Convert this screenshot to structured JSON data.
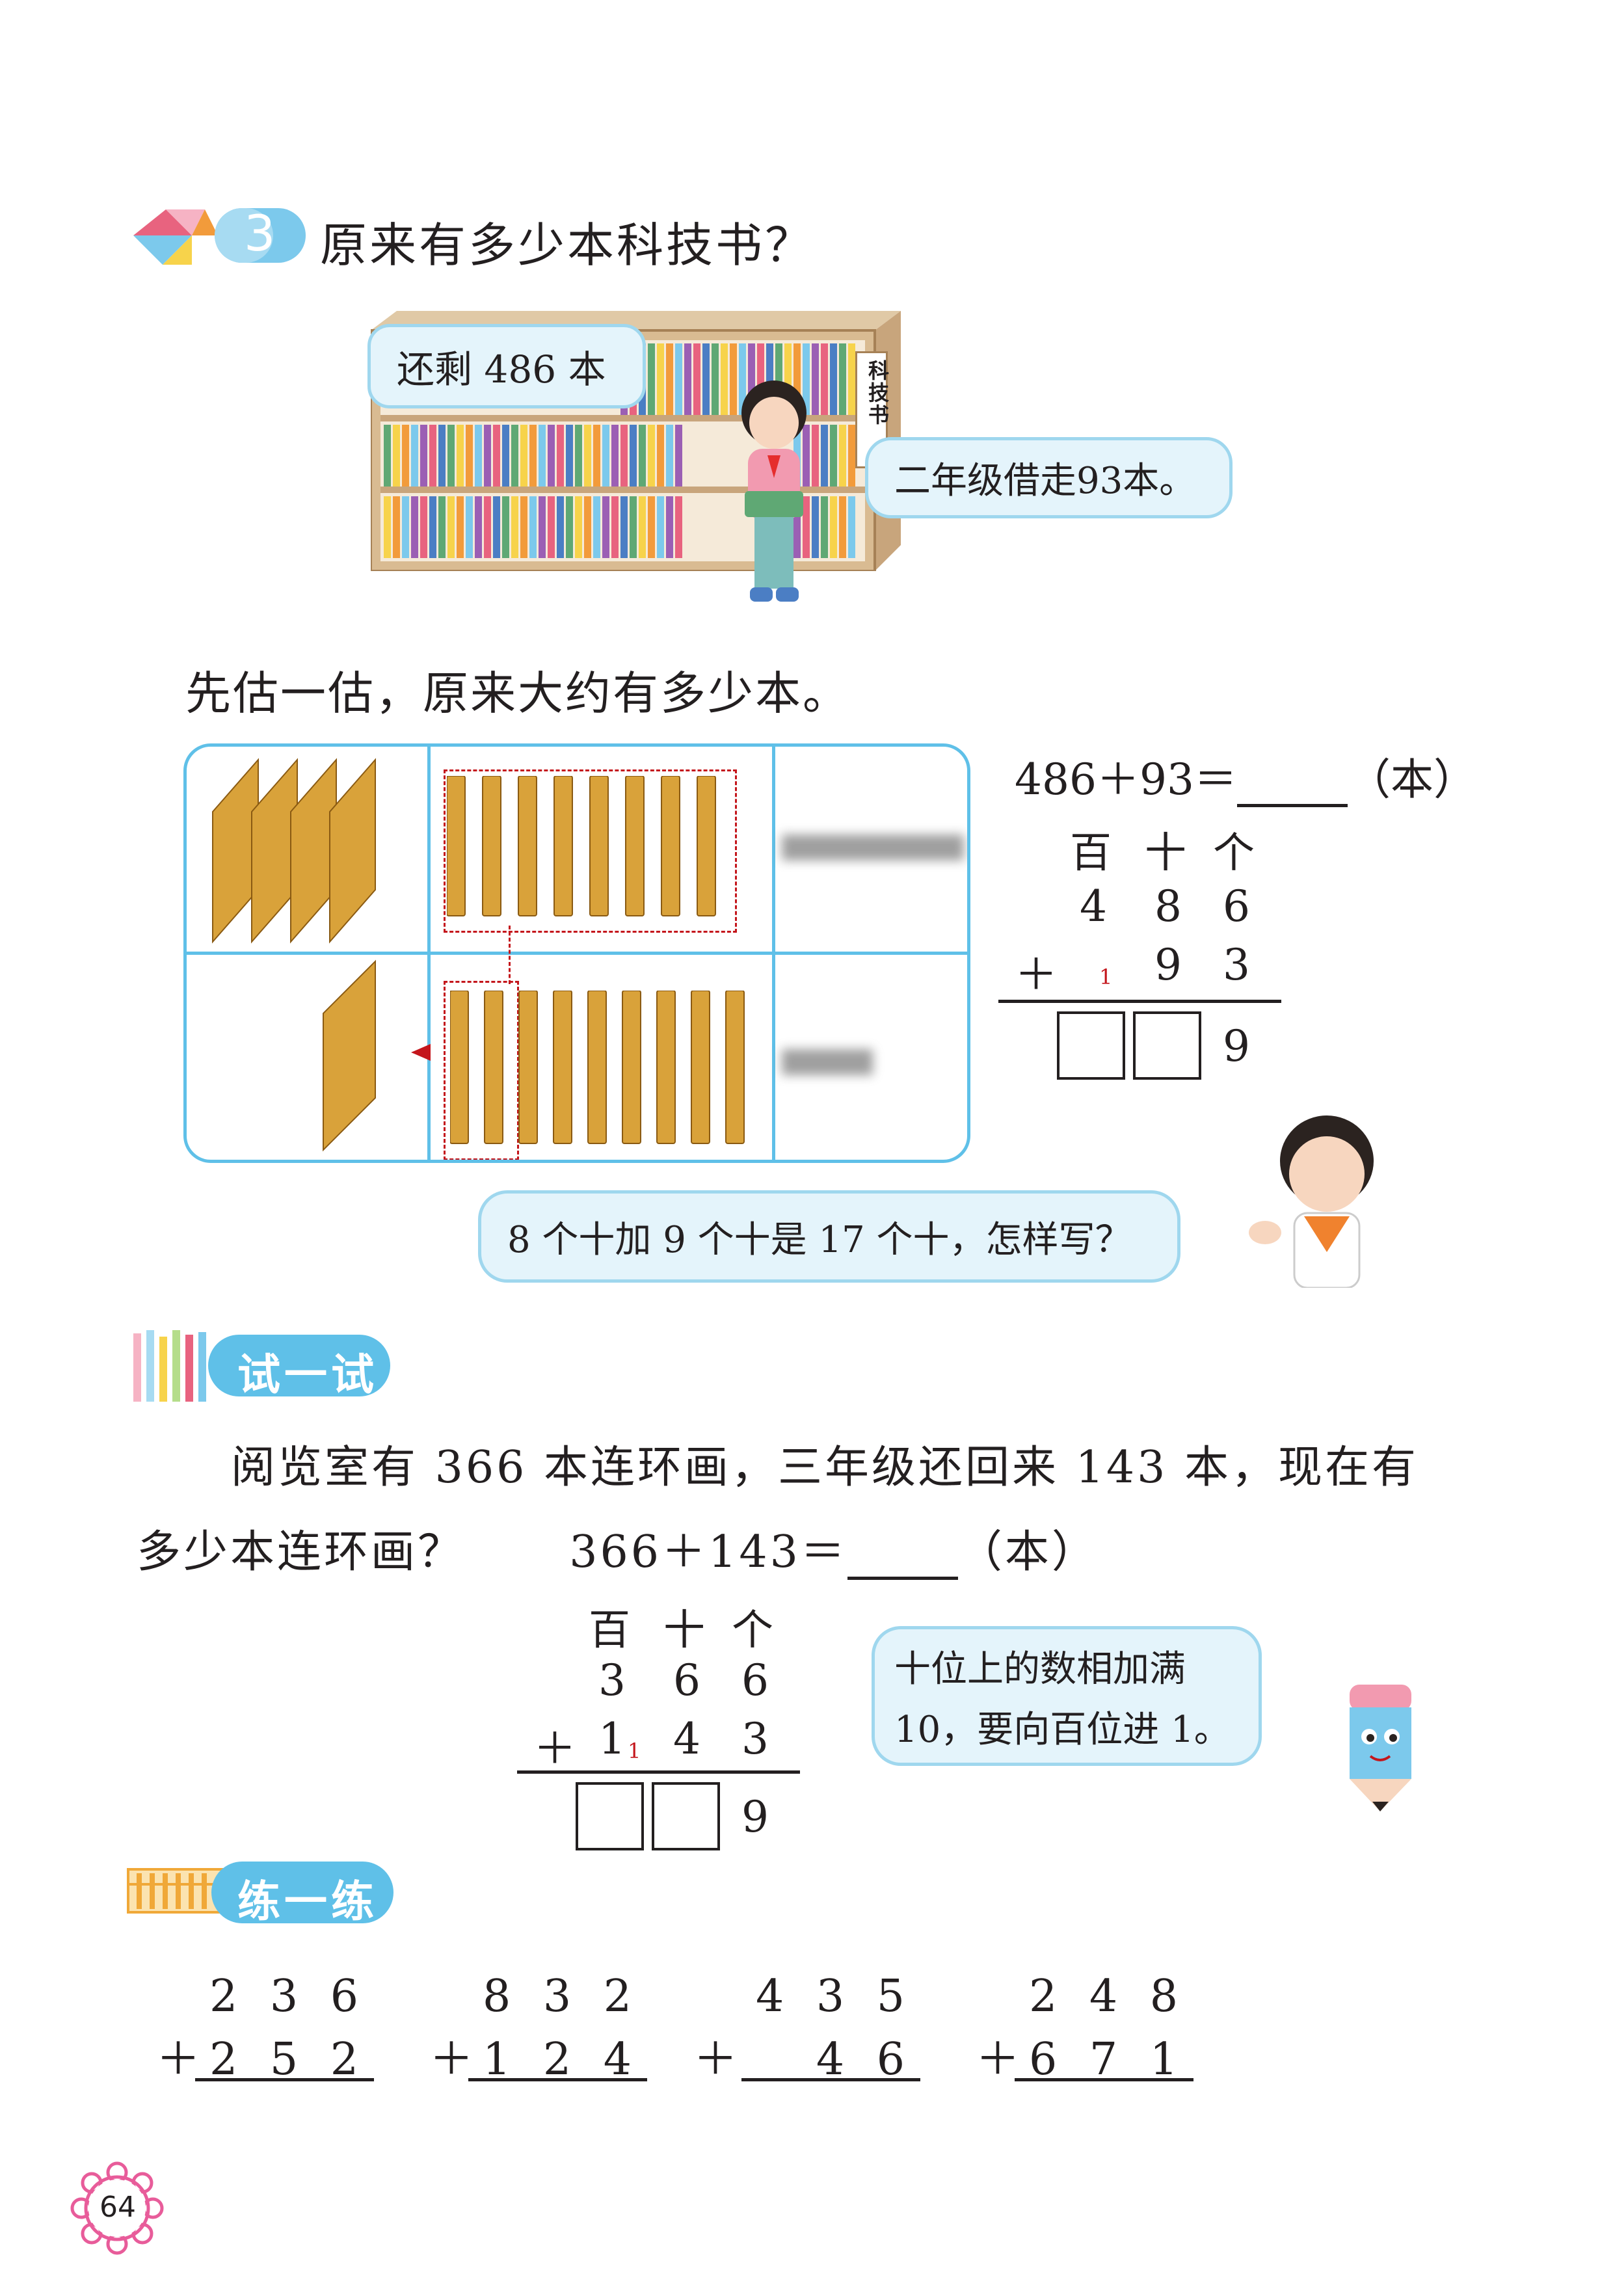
{
  "section": {
    "number": "3",
    "title": "原来有多少本科技书？"
  },
  "illustration": {
    "remaining_label": "还剩 486 本",
    "shelf_sign": "科技书",
    "girl_speech": "二年级借走93本。"
  },
  "estimate_prompt": "先估一估，原来大约有多少本。",
  "example": {
    "equation": "486＋93＝",
    "unit": "（本）",
    "headers": [
      "百",
      "十",
      "个"
    ],
    "row1": [
      "4",
      "8",
      "6"
    ],
    "plus": "＋",
    "carry": "1",
    "row2": [
      "9",
      "3"
    ],
    "result_ones": "9"
  },
  "boy_speech": "8 个十加 9 个十是 17 个十，怎样写？",
  "try_section": {
    "label": "试一试",
    "problem_line1": "阅览室有 366 本连环画，三年级还回来 143 本，现在有",
    "problem_line2": "多少本连环画？",
    "equation": "366＋143＝",
    "unit": "（本）",
    "headers": [
      "百",
      "十",
      "个"
    ],
    "row1": [
      "3",
      "6",
      "6"
    ],
    "plus": "＋",
    "row2": [
      "1",
      "4",
      "3"
    ],
    "carry": "1",
    "result_ones": "9",
    "hint_line1": "十位上的数相加满",
    "hint_line2": "10，要向百位进 1。"
  },
  "practice_section": {
    "label": "练一练",
    "problems": [
      {
        "top": "2 3 6",
        "bottom": "＋2 5 2"
      },
      {
        "top": "8 3 2",
        "bottom": "＋1 2 4"
      },
      {
        "top": "4 3 5",
        "bottom": "＋   4 6"
      },
      {
        "top": "2 4 8",
        "bottom": "＋6 7 1"
      }
    ]
  },
  "page_number": "64",
  "colors": {
    "accent_blue": "#5fc0e8",
    "bubble_fill": "#e4f4fb",
    "carry_red": "#c4161c",
    "block_gold": "#d9a23a"
  }
}
